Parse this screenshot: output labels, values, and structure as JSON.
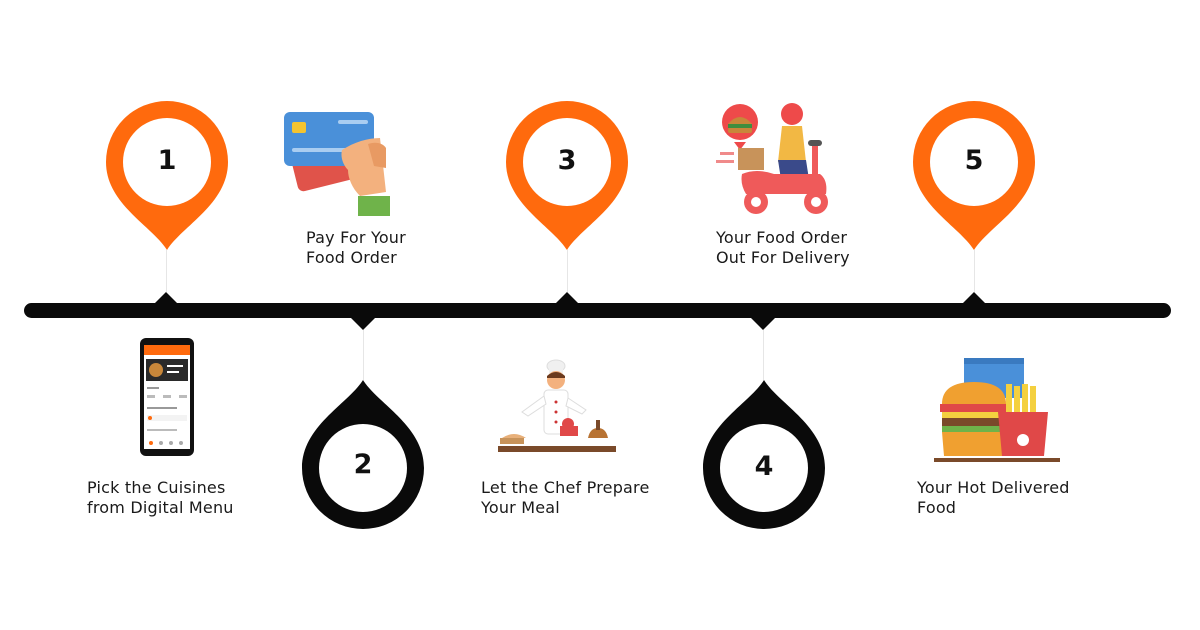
{
  "colors": {
    "primary": "#ff6a0d",
    "dark": "#0a0a0a",
    "text": "#1a1a1a"
  },
  "steps": [
    {
      "number": "1",
      "line1": "Pick the Cuisines",
      "line2": "from Digital Menu",
      "icon": "phone-menu-icon"
    },
    {
      "number": "2",
      "line1": "Pay For Your",
      "line2": "Food Order",
      "icon": "credit-card-icon"
    },
    {
      "number": "3",
      "line1": "Let the Chef Prepare",
      "line2": "Your Meal",
      "icon": "chef-icon"
    },
    {
      "number": "4",
      "line1": "Your Food Order",
      "line2": "Out For Delivery",
      "icon": "delivery-scooter-icon"
    },
    {
      "number": "5",
      "line1": "Your Hot Delivered",
      "line2": "Food",
      "icon": "burger-fries-icon"
    }
  ]
}
